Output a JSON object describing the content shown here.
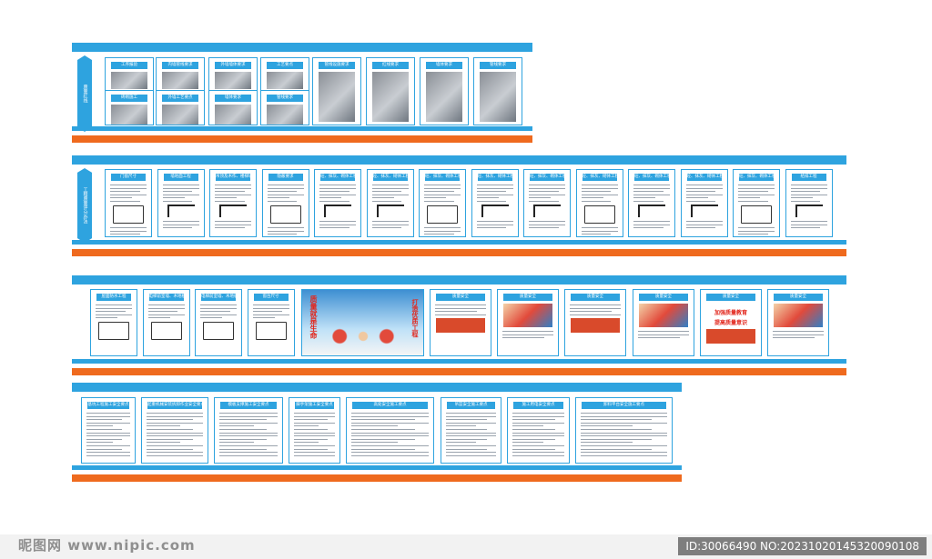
{
  "strip1": {
    "side": "质量红线",
    "panels": [
      "工序报验",
      "内墙管线要求",
      "外墙墙体要求",
      "工艺要点",
      "管线设施要求",
      "红线要求",
      "墙体要求",
      "管线要求",
      "砖砌施工",
      "外墙工艺要点",
      "墙体要求",
      "管线要求"
    ]
  },
  "strip2": {
    "side": "工程质量评分办法",
    "panels": [
      "门窗尺寸",
      "墙地面工程",
      "吊顶及木作、楼梯墙面",
      "隐蔽要求",
      "砼、抹灰、砌体工程",
      "砼、抹灰、砌体工程",
      "砼、抹灰、砌体工程",
      "砼、抹灰、砌体工程",
      "砼、抹灰、砌体工程",
      "砼、抹灰、砌体工程",
      "砼、抹灰、砌体工程",
      "砼、抹灰、砌体工程",
      "砼、抹灰、砌体工程",
      "给排工程"
    ]
  },
  "strip3": {
    "panels": [
      "屋面防水工程",
      "电梯前室墙、木地板工程",
      "电梯前室墙、木地板工程",
      "窗台尺寸"
    ],
    "poster_left": "质量就是生命",
    "poster_right": "打造优质工程",
    "safety": [
      "加强质量教育",
      "提高质量意识"
    ],
    "safety_heads": [
      "质量安全",
      "质量安全",
      "质量安全",
      "质量安全",
      "质量安全",
      "质量安全"
    ]
  },
  "strip4": {
    "panels": [
      "基坑工程施工安全要点",
      "起重机械安装拆卸作业安全要点",
      "模板支撑施工安全要点",
      "脚手架施工安全要点",
      "高处安全施工要点",
      "吊篮安全施工要点",
      "施工用电安全要点",
      "卸料平台安全施工要点"
    ]
  },
  "footer": {
    "watermark": "昵图网 www.nipic.com",
    "id": "ID:30066490 NO:20231020145320090108"
  }
}
